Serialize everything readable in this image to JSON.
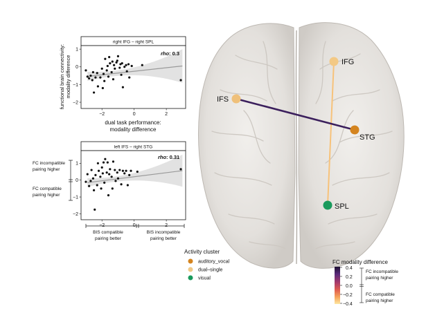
{
  "panels": [
    {
      "title": "right IFG – right SPL",
      "rho_label": "rho",
      "rho_value": ": 0.3",
      "x_ticks": [
        "−2",
        "0",
        "2"
      ],
      "y_ticks": [
        "1",
        "0",
        "−1",
        "−2"
      ],
      "xlim": [
        -3.3,
        3.2
      ],
      "ylim": [
        -2.35,
        1.2
      ],
      "fit": {
        "intercept": -0.25,
        "slope": 0.1
      },
      "points": [
        [
          -3.0,
          -0.2
        ],
        [
          -2.9,
          -0.55
        ],
        [
          -2.8,
          -0.65
        ],
        [
          -2.7,
          -0.5
        ],
        [
          -2.6,
          -0.75
        ],
        [
          -2.55,
          -0.3
        ],
        [
          -2.5,
          -1.45
        ],
        [
          -2.4,
          -0.6
        ],
        [
          -2.3,
          -0.35
        ],
        [
          -2.25,
          -1.1
        ],
        [
          -2.1,
          -0.6
        ],
        [
          -2.0,
          -0.1
        ],
        [
          -1.95,
          -1.2
        ],
        [
          -1.9,
          -0.4
        ],
        [
          -1.85,
          -0.8
        ],
        [
          -1.8,
          0.45
        ],
        [
          -1.7,
          -0.2
        ],
        [
          -1.65,
          0.05
        ],
        [
          -1.6,
          -0.55
        ],
        [
          -1.55,
          0.55
        ],
        [
          -1.5,
          0.2
        ],
        [
          -1.4,
          -0.3
        ],
        [
          -1.35,
          0.3
        ],
        [
          -1.3,
          -0.7
        ],
        [
          -1.25,
          0.1
        ],
        [
          -1.2,
          -0.1
        ],
        [
          -1.1,
          0.25
        ],
        [
          -1.05,
          0.35
        ],
        [
          -1.0,
          0.6
        ],
        [
          -0.9,
          -0.05
        ],
        [
          -0.85,
          0.15
        ],
        [
          -0.8,
          -0.45
        ],
        [
          -0.75,
          0.2
        ],
        [
          -0.7,
          -1.15
        ],
        [
          -0.6,
          0.0
        ],
        [
          -0.5,
          0.1
        ],
        [
          -0.45,
          -0.25
        ],
        [
          -0.35,
          0.15
        ],
        [
          -0.3,
          -0.6
        ],
        [
          -0.15,
          0.05
        ],
        [
          0.5,
          0.1
        ],
        [
          2.9,
          -0.75
        ]
      ]
    },
    {
      "title": "left IFS – right STG",
      "rho_label": "rho",
      "rho_value": ": 0.31",
      "x_ticks": [
        "−2",
        "0",
        "2"
      ],
      "y_ticks": [
        "1",
        "0",
        "−1",
        "−2"
      ],
      "xlim": [
        -3.3,
        3.2
      ],
      "ylim": [
        -2.35,
        1.75
      ],
      "fit": {
        "intercept": 0.2,
        "slope": 0.12
      },
      "points": [
        [
          -3.0,
          -0.1
        ],
        [
          -2.9,
          0.35
        ],
        [
          -2.8,
          -0.35
        ],
        [
          -2.7,
          -0.05
        ],
        [
          -2.65,
          0.6
        ],
        [
          -2.55,
          0.1
        ],
        [
          -2.5,
          -0.6
        ],
        [
          -2.45,
          -1.75
        ],
        [
          -2.4,
          0.3
        ],
        [
          -2.3,
          -0.3
        ],
        [
          -2.25,
          1.0
        ],
        [
          -2.2,
          0.55
        ],
        [
          -2.1,
          0.2
        ],
        [
          -2.05,
          -0.5
        ],
        [
          -2.0,
          0.75
        ],
        [
          -1.95,
          0.4
        ],
        [
          -1.9,
          1.05
        ],
        [
          -1.85,
          -0.15
        ],
        [
          -1.8,
          1.25
        ],
        [
          -1.7,
          0.45
        ],
        [
          -1.65,
          1.05
        ],
        [
          -1.6,
          -0.9
        ],
        [
          -1.55,
          0.35
        ],
        [
          -1.5,
          0.65
        ],
        [
          -1.4,
          0.2
        ],
        [
          -1.35,
          -0.5
        ],
        [
          -1.3,
          1.1
        ],
        [
          -1.2,
          0.6
        ],
        [
          -1.15,
          -0.05
        ],
        [
          -1.05,
          0.45
        ],
        [
          -1.0,
          0.1
        ],
        [
          -0.9,
          0.6
        ],
        [
          -0.8,
          -0.25
        ],
        [
          -0.7,
          0.55
        ],
        [
          -0.6,
          0.4
        ],
        [
          -0.5,
          0.55
        ],
        [
          -0.4,
          -0.3
        ],
        [
          -0.3,
          0.3
        ],
        [
          -0.2,
          0.55
        ],
        [
          0.2,
          0.5
        ],
        [
          2.9,
          0.65
        ]
      ]
    }
  ],
  "shared_xlabel_line1": "dual task performance:",
  "shared_xlabel_line2": "modality difference",
  "top_ylabel_line1": "functional brain connectivity:",
  "top_ylabel_line2": "modality difference",
  "fc_incompatible_line1": "FC incompatible",
  "fc_incompatible_line2": "pairing higher",
  "fc_compatible_line1": "FC compatible",
  "fc_compatible_line2": "pairing higher",
  "bis_compatible_line1": "BIS compatible",
  "bis_compatible_line2": "pairing better",
  "bis_incompatible_line1": "BIS incompatible",
  "bis_incompatible_line2": "pairing better",
  "brain": {
    "nodes": [
      {
        "label": "IFG",
        "color": "#f3c985"
      },
      {
        "label": "IFS",
        "color": "#efc07a"
      },
      {
        "label": "STG",
        "color": "#d4841f"
      },
      {
        "label": "SPL",
        "color": "#1a9a5c"
      }
    ],
    "edges": [
      {
        "from": "IFS",
        "to": "STG",
        "value": 0.31,
        "color": "#3b1f5c"
      },
      {
        "from": "IFG",
        "to": "SPL",
        "value": 0.3,
        "color": "#f7c27a"
      }
    ]
  },
  "activity_legend": {
    "title": "Activity cluster",
    "items": [
      {
        "label": "auditory_vocal",
        "color": "#d4841f"
      },
      {
        "label": "dual–single",
        "color": "#f0c987"
      },
      {
        "label": "visual",
        "color": "#1a9a5c"
      }
    ]
  },
  "colorbar": {
    "title": "FC modality difference",
    "ticks": [
      "0.4",
      "0.2",
      "0.0",
      "−0.2",
      "−0.4"
    ],
    "range": [
      -0.4,
      0.4
    ],
    "colors": [
      "#1d1133",
      "#5a2a7a",
      "#a63a6b",
      "#e05d4e",
      "#f7a65c",
      "#fde7a2"
    ],
    "incompatible_line1": "FC incompatible",
    "incompatible_line2": "pairing higher",
    "compatible_line1": "FC compatible",
    "compatible_line2": "pairing higher"
  }
}
